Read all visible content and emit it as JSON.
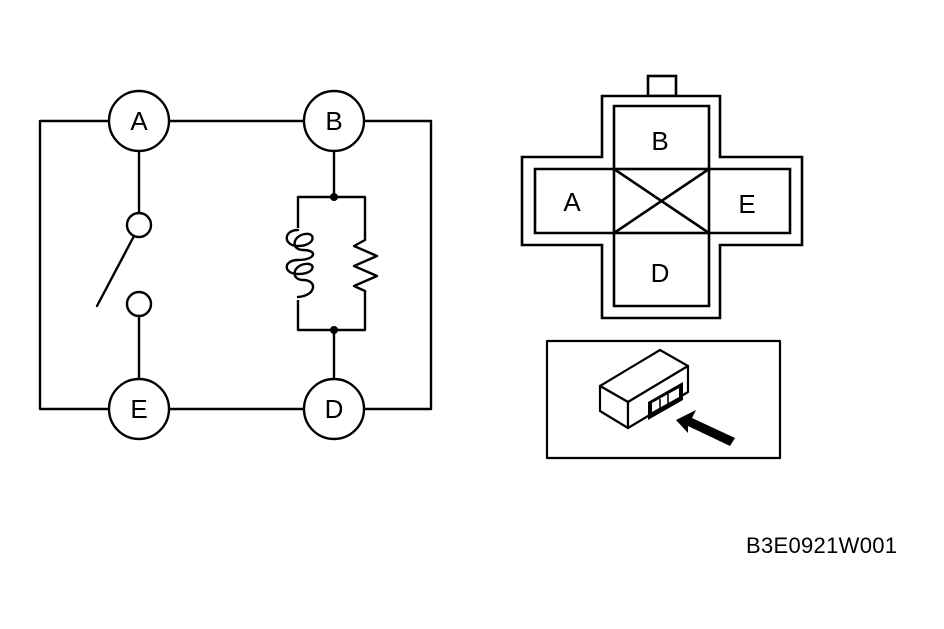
{
  "schematic": {
    "terminals": {
      "a": "A",
      "b": "B",
      "d": "D",
      "e": "E"
    },
    "components": [
      "switch-icon",
      "coil-icon",
      "resistor-icon"
    ]
  },
  "connector": {
    "pins": {
      "a": "A",
      "b": "B",
      "d": "D",
      "e": "E"
    }
  },
  "inset": {
    "icon": "relay-module-icon",
    "arrow_icon": "arrow-icon"
  },
  "figure_code": "B3E0921W001",
  "colors": {
    "line": "#000000",
    "background": "#ffffff"
  }
}
